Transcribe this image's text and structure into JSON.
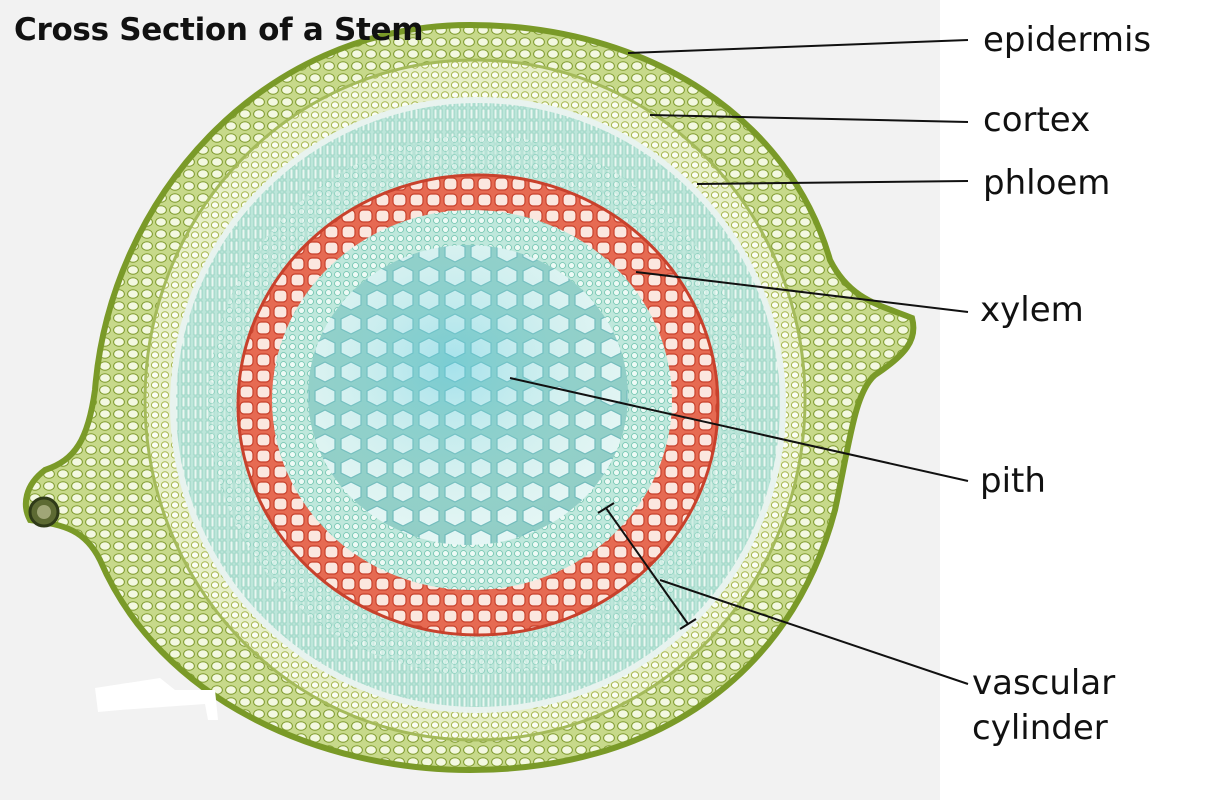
{
  "title": "Cross Section of a Stem",
  "labels": {
    "epidermis": "epidermis",
    "cortex": "cortex",
    "phloem": "phloem",
    "xylem": "xylem",
    "pith": "pith",
    "vascular_line1": "vascular",
    "vascular_line2": "cylinder"
  },
  "colors": {
    "background": "#f2f2f2",
    "epidermis_green": "#8fae3a",
    "cortex_cells": "#e9f0cf",
    "vascular_teal": "#9ed9cc",
    "xylem_red": "#d9523c",
    "pith_blue": "#9fd8e6",
    "leader_line": "#111111"
  }
}
